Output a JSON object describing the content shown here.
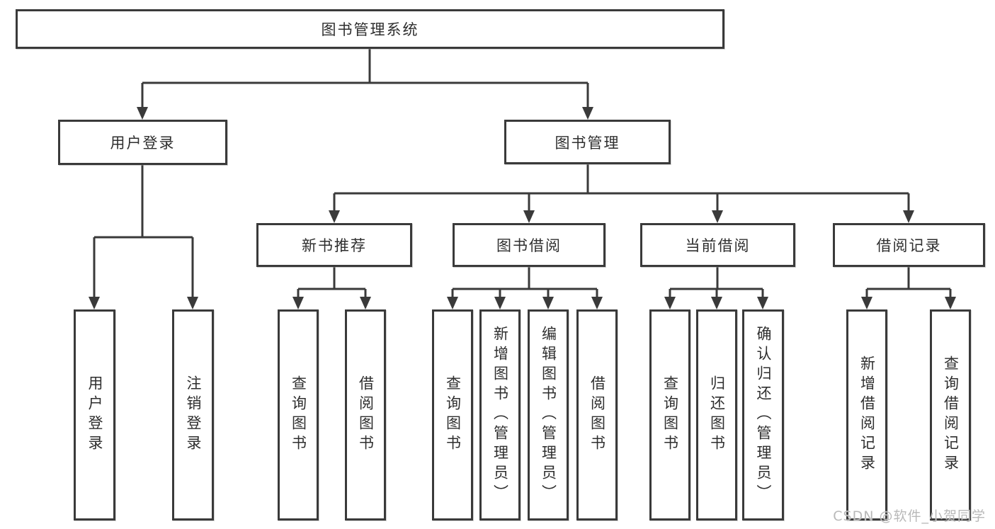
{
  "diagram": {
    "root": {
      "label": "图书管理系统"
    },
    "branches": [
      {
        "label": "用户登录",
        "children": [
          {
            "label": "用户登录"
          },
          {
            "label": "注销登录"
          }
        ]
      },
      {
        "label": "图书管理",
        "children": [
          {
            "label": "新书推荐",
            "children": [
              {
                "label": "查询图书"
              },
              {
                "label": "借阅图书"
              }
            ]
          },
          {
            "label": "图书借阅",
            "children": [
              {
                "label": "查询图书"
              },
              {
                "label": "新增图书（管理员）"
              },
              {
                "label": "编辑图书（管理员）"
              },
              {
                "label": "借阅图书"
              }
            ]
          },
          {
            "label": "当前借阅",
            "children": [
              {
                "label": "查询图书"
              },
              {
                "label": "归还图书"
              },
              {
                "label": "确认归还（管理员）"
              }
            ]
          },
          {
            "label": "借阅记录",
            "children": [
              {
                "label": "新增借阅记录"
              },
              {
                "label": "查询借阅记录"
              }
            ]
          }
        ]
      }
    ],
    "line_color": "#3a3a3a",
    "watermark": "CSDN @软件_小贺同学"
  }
}
